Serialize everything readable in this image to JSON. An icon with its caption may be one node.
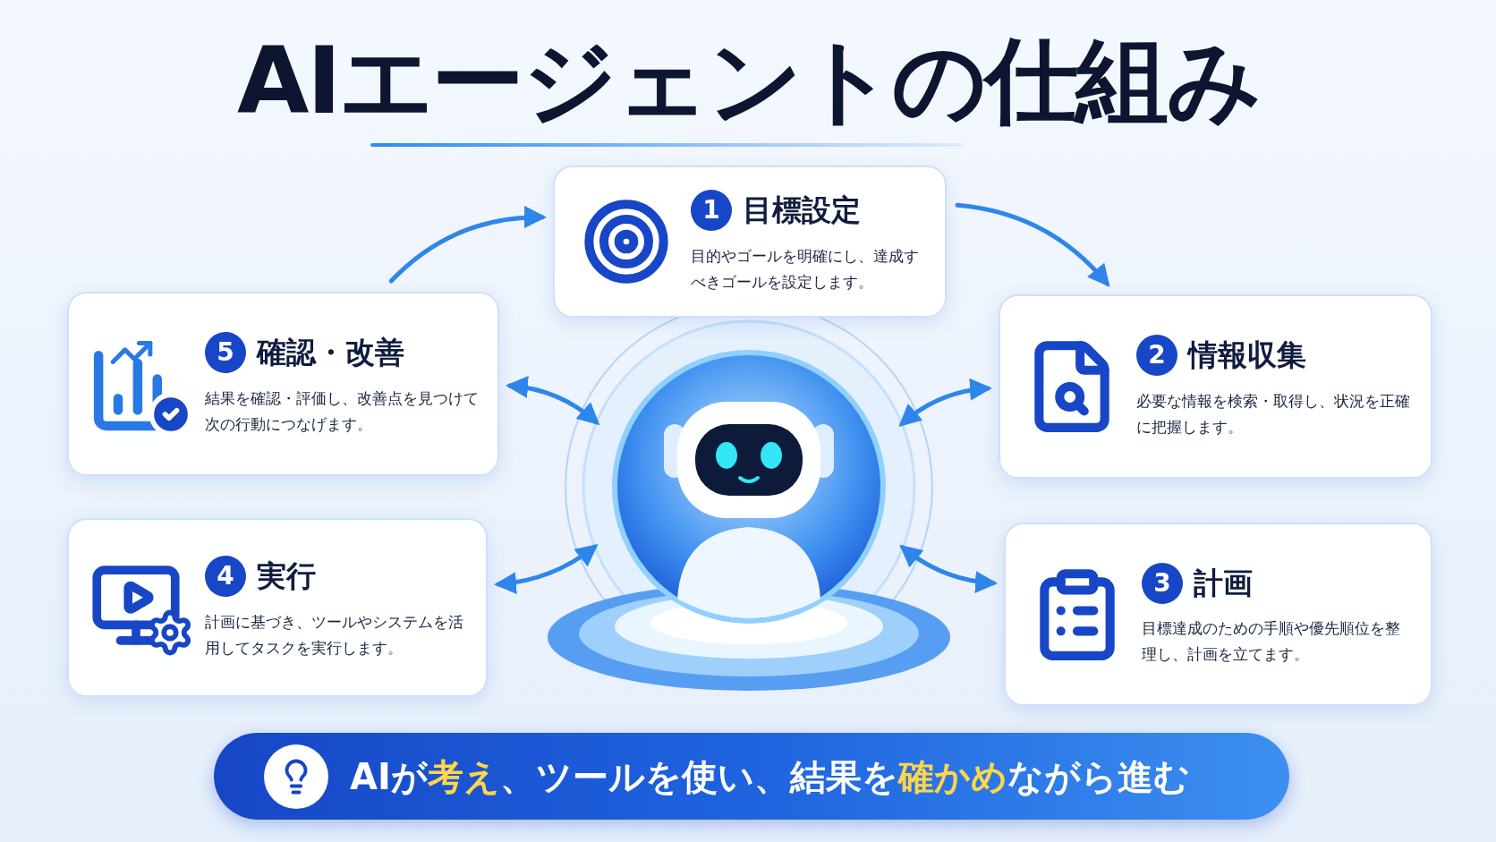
{
  "diagram": {
    "title": "AIエージェントの仕組み",
    "nodes": [
      {
        "text": [
          "1",
          "目標設定",
          "目的やゴールを明確にし、達成すべきゴールを設定します。"
        ]
      },
      {
        "text": [
          "5",
          "確認・改善",
          "結果を確認・評価し、改善点を見つけて次の行動につなげます。"
        ]
      },
      {
        "text": [
          "2",
          "情報収集",
          "必要な情報を検索・取得し、状況を正確に把握します。"
        ]
      },
      {
        "text": [],
        "shape": "picture"
      },
      {
        "text": [
          "4",
          "実行",
          "計画に基づき、ツールやシステムを活用してタスクを実行します。"
        ]
      },
      {
        "text": [
          "3",
          "計画",
          "目標達成のための手順や優先順位を整理し、計画を立てます。"
        ]
      },
      {
        "text": [
          "AIが**考え**、ツールを使い、結果を**確かめ**ながら進む"
        ]
      }
    ],
    "edges": [
      {
        "from": 1,
        "to": 0,
        "arrow": "to"
      },
      {
        "from": 0,
        "to": 2,
        "arrow": "to"
      },
      {
        "from": 3,
        "to": 2,
        "arrow": "both"
      },
      {
        "from": 3,
        "to": 5,
        "arrow": "both"
      },
      {
        "from": 3,
        "to": 4,
        "arrow": "both"
      },
      {
        "from": 3,
        "to": 1,
        "arrow": "both"
      }
    ]
  }
}
